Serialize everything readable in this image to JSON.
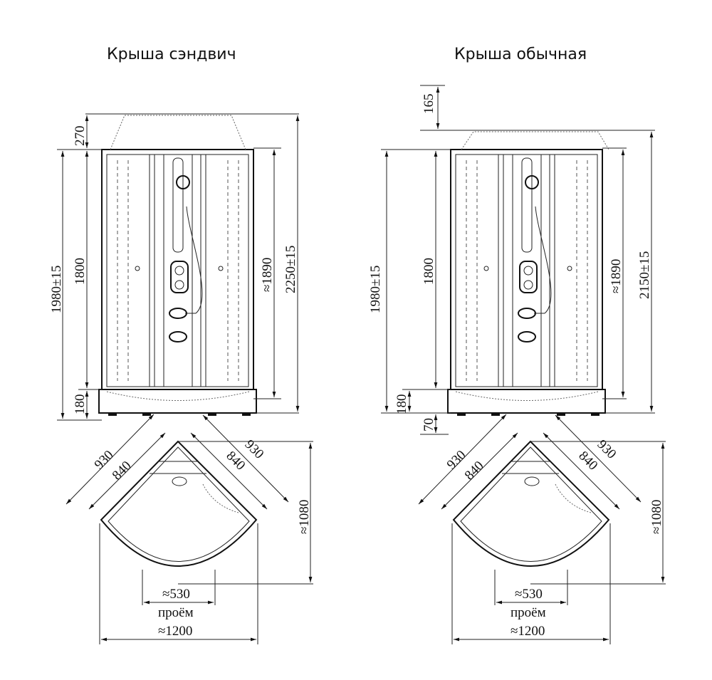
{
  "left": {
    "title": "Крыша сэндвич",
    "front_dims": {
      "roof": "270",
      "total_height_tol": "1980±15",
      "glass": "1800",
      "tray": "180",
      "inner": "≈1890",
      "overall": "2250±15"
    },
    "plan_dims": {
      "outer_left": "930",
      "inner_left": "840",
      "outer_right": "930",
      "inner_right": "840",
      "depth": "≈1080",
      "opening": "≈530",
      "opening_label": "проём",
      "width": "≈1200"
    }
  },
  "right": {
    "title": "Крыша обычная",
    "front_dims": {
      "roof": "165",
      "total_height_tol": "1980±15",
      "glass": "1800",
      "tray": "180",
      "legs": "70",
      "inner": "≈1890",
      "overall": "2150±15"
    },
    "plan_dims": {
      "outer_left": "930",
      "inner_left": "840",
      "outer_right": "930",
      "inner_right": "840",
      "depth": "≈1080",
      "opening": "≈530",
      "opening_label": "проём",
      "width": "≈1200"
    }
  }
}
